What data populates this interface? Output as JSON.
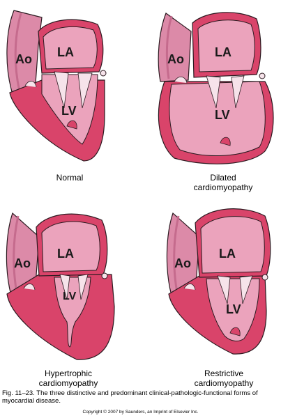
{
  "colors": {
    "wall": "#d9446a",
    "wall_dark": "#b8325a",
    "chamber": "#eba3bc",
    "chamber_light": "#f3c6d6",
    "aorta": "#dc8aa8",
    "valve": "#f6e3ea",
    "outline": "#2b1a20"
  },
  "chamber_labels": {
    "aorta": "Ao",
    "left_atrium": "LA",
    "left_ventricle": "LV"
  },
  "panels": [
    {
      "id": "normal",
      "caption_line1": "Normal",
      "caption_line2": ""
    },
    {
      "id": "dilated",
      "caption_line1": "Dilated",
      "caption_line2": "cardiomyopathy"
    },
    {
      "id": "hypertrophic",
      "caption_line1": "Hypertrophic",
      "caption_line2": "cardiomyopathy"
    },
    {
      "id": "restrictive",
      "caption_line1": "Restrictive",
      "caption_line2": "cardiomyopathy"
    }
  ],
  "figure_caption": "Fig.  11–23. The three distinctive and predominant clinical-pathologic-functional forms of myocardial disease.",
  "copyright": "Copyright © 2007 by Saunders, an Imprint of Elsevier Inc."
}
